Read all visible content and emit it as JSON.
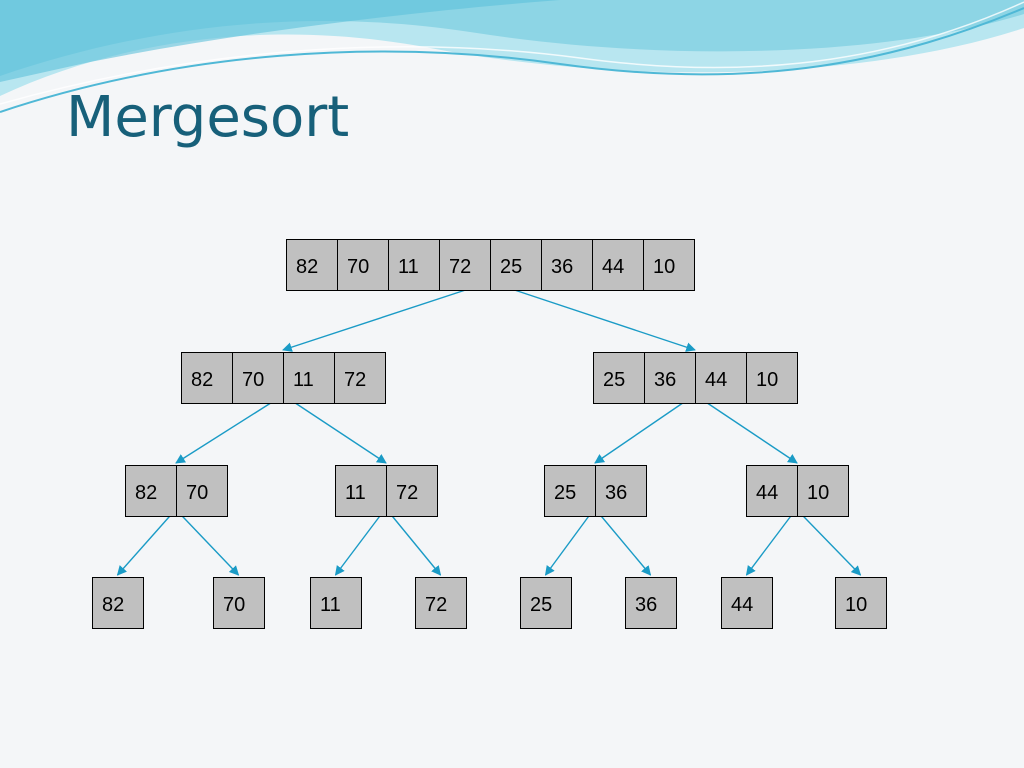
{
  "title": "Mergesort",
  "colors": {
    "title": "#17607a",
    "arrow": "#1a9bc6",
    "cell_fill": "#c0c0c0",
    "background": "#f4f6f8"
  },
  "tree": {
    "levels": [
      {
        "nodes": [
          {
            "values": [
              "82",
              "70",
              "11",
              "72",
              "25",
              "36",
              "44",
              "10"
            ]
          }
        ]
      },
      {
        "nodes": [
          {
            "values": [
              "82",
              "70",
              "11",
              "72"
            ]
          },
          {
            "values": [
              "25",
              "36",
              "44",
              "10"
            ]
          }
        ]
      },
      {
        "nodes": [
          {
            "values": [
              "82",
              "70"
            ]
          },
          {
            "values": [
              "11",
              "72"
            ]
          },
          {
            "values": [
              "25",
              "36"
            ]
          },
          {
            "values": [
              "44",
              "10"
            ]
          }
        ]
      },
      {
        "nodes": [
          {
            "values": [
              "82"
            ]
          },
          {
            "values": [
              "70"
            ]
          },
          {
            "values": [
              "11"
            ]
          },
          {
            "values": [
              "72"
            ]
          },
          {
            "values": [
              "25"
            ]
          },
          {
            "values": [
              "36"
            ]
          },
          {
            "values": [
              "44"
            ]
          },
          {
            "values": [
              "10"
            ]
          }
        ]
      }
    ]
  }
}
